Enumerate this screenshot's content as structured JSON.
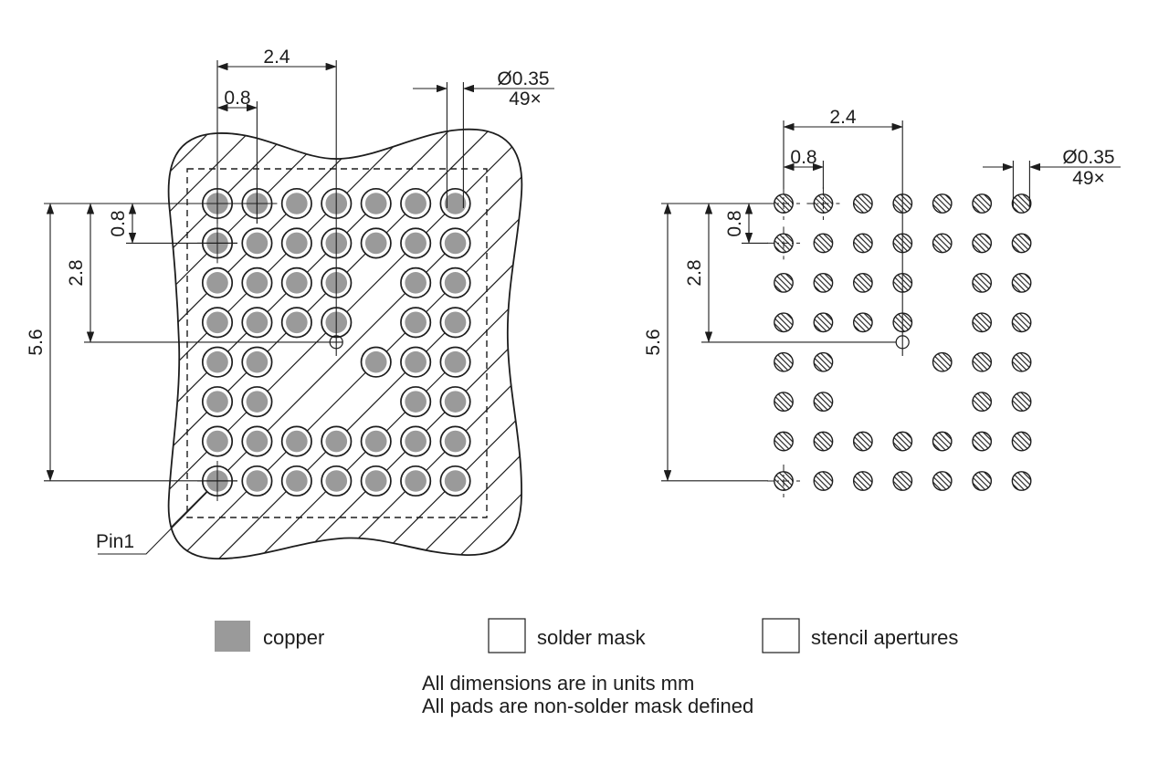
{
  "drawing": {
    "dims": {
      "span_h": "2.4",
      "pitch_h": "0.8",
      "span_v": "5.6",
      "center_v": "2.8",
      "pitch_v": "0.8",
      "diameter": "Ø0.35",
      "count": "49×"
    },
    "pin1_label": "Pin1",
    "grid": {
      "cols": 7,
      "rows": 8,
      "missing_pads": [
        [
          2,
          4
        ],
        [
          3,
          4
        ],
        [
          4,
          2
        ],
        [
          4,
          3
        ],
        [
          5,
          2
        ],
        [
          5,
          3
        ],
        [
          5,
          4
        ]
      ],
      "datum_pads": [
        [
          0,
          0
        ],
        [
          0,
          1
        ],
        [
          1,
          0
        ],
        [
          7,
          0
        ]
      ]
    },
    "legend": {
      "copper": "copper",
      "solder_mask": "solder mask",
      "stencil_apertures": "stencil apertures"
    },
    "notes": {
      "line1": "All dimensions are in units mm",
      "line2": "All pads are non-solder mask defined"
    },
    "colors": {
      "copper_fill": "#9a9a9a",
      "line": "#1d1d1d"
    }
  }
}
